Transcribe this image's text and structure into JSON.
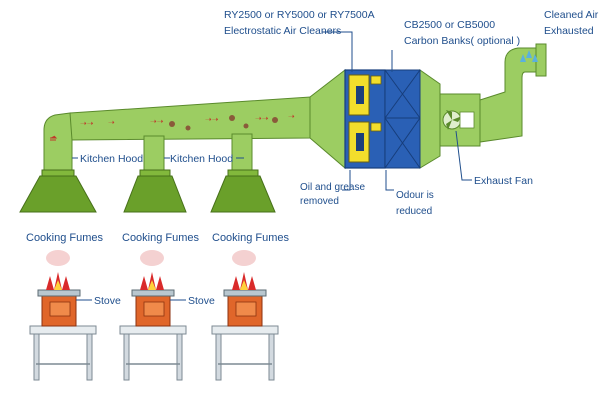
{
  "labels": {
    "kitchen_hood_1": "Kitchen Hood",
    "kitchen_hood_2": "Kitchen Hood",
    "cooking_fumes_1": "Cooking Fumes",
    "cooking_fumes_2": "Cooking Fumes",
    "cooking_fumes_3": "Cooking Fumes",
    "stove_1": "Stove",
    "stove_2": "Stove",
    "air_cleaner_line1": "RY2500 or RY5000 or RY7500A",
    "air_cleaner_line2": "Electrostatic Air Cleaners",
    "carbon_line1": "CB2500 or CB5000",
    "carbon_line2": "Carbon Banks( optional )",
    "cleaned_line1": "Cleaned Air",
    "cleaned_line2": "Exhausted",
    "oil_line1": "Oil and grease",
    "oil_line2": "removed",
    "odour_line1": "Odour is",
    "odour_line2": "reduced",
    "exhaust_fan": "Exhaust Fan"
  },
  "colors": {
    "duct": "#9ccd62",
    "hood": "#6aa02a",
    "filter_blue": "#2a60b5",
    "filter_yellow": "#f3de2c",
    "stove": "#e0662a",
    "label_text": "#1f4e8c"
  }
}
